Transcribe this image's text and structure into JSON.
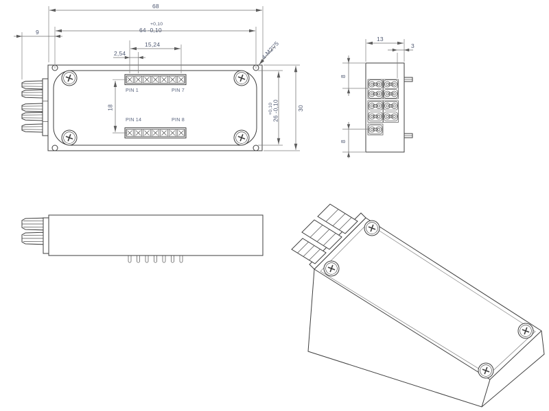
{
  "drawing_type": "engineering-drawing",
  "dims": {
    "top": {
      "overall_width": "68",
      "cover_width_tol": "+0,10",
      "cover_width": "64 -0,10",
      "connector_stickout": "9",
      "pin_span": "15,24",
      "pin_pitch": "2,54",
      "pin_row_spacing": "18",
      "cover_height_tol": "+0,10",
      "cover_height": "26 -0,10",
      "overall_height": "30",
      "screw_note": "4-M2▽5"
    },
    "end": {
      "width": "13",
      "edge_offset": "3",
      "top_offset": "8",
      "bottom_offset": "8"
    }
  },
  "pins": {
    "p1": "PIN 1",
    "p7": "PIN 7",
    "p14": "PIN 14",
    "p8": "PIN 8"
  },
  "colors": {
    "outline": "#3d3d3d",
    "dimension_line": "#6f6f6f",
    "text": "#4d5770",
    "background": "#ffffff"
  }
}
